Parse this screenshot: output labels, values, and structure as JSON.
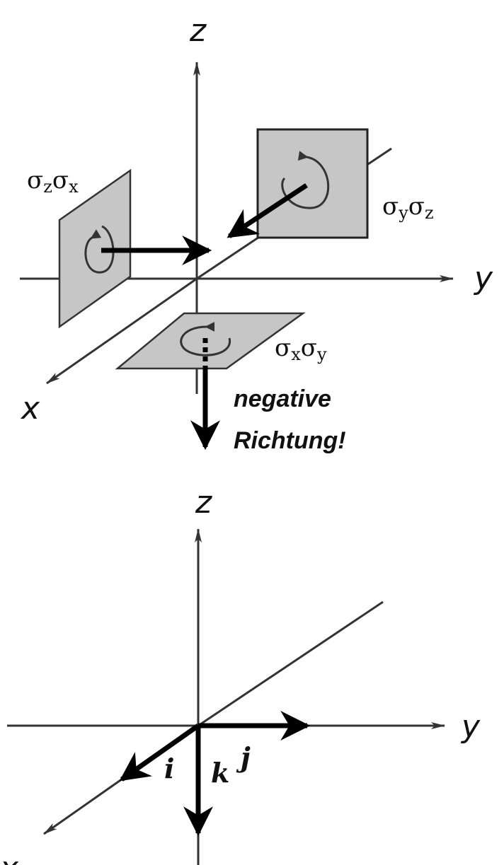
{
  "top_diagram": {
    "axis_labels": {
      "x": "x",
      "y": "y",
      "z": "z"
    },
    "planes": {
      "zx": {
        "first": "σ",
        "first_sub": "z",
        "second": "σ",
        "second_sub": "x"
      },
      "yz": {
        "first": "σ",
        "first_sub": "y",
        "second": "σ",
        "second_sub": "z"
      },
      "xy": {
        "first": "σ",
        "first_sub": "x",
        "second": "σ",
        "second_sub": "y"
      }
    },
    "note_line1": "negative",
    "note_line2": "Richtung!"
  },
  "bottom_diagram": {
    "axis_labels": {
      "x": "x",
      "y": "y",
      "z": "z"
    },
    "vector_labels": {
      "i": "i",
      "j": "j",
      "k": "k"
    }
  },
  "colors": {
    "plane_fill": "#c6c6c6",
    "line": "#333333",
    "arrow": "#000000"
  }
}
